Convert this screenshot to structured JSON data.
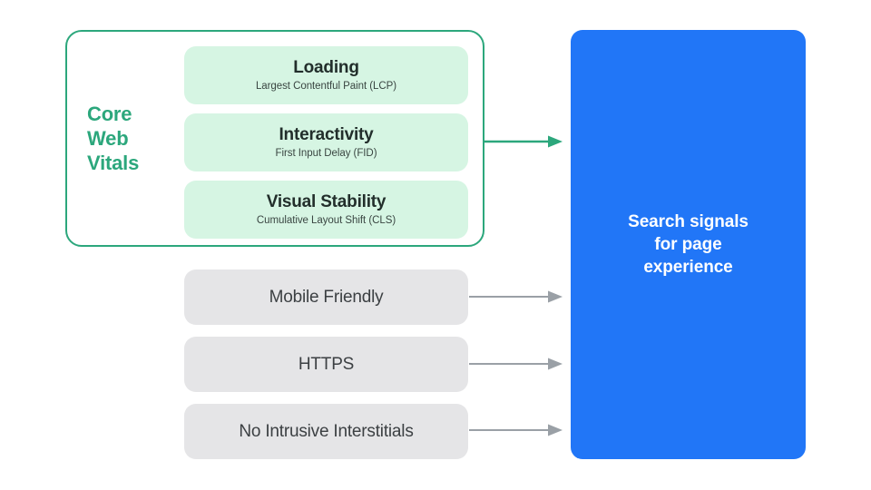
{
  "diagram": {
    "title": "Search signals for page experience",
    "colors": {
      "green_accent": "#2CA77C",
      "mint_fill": "#D6F5E3",
      "gray_fill": "#E5E5E7",
      "blue_fill": "#2176F7",
      "gray_arrow": "#9AA0A6",
      "dark_text": "#3c4043"
    }
  },
  "core_web_vitals": {
    "group_label_lines": [
      "Core",
      "Web",
      "Vitals"
    ],
    "group_label": "Core Web Vitals",
    "items": [
      {
        "title": "Loading",
        "subtitle": "Largest Contentful Paint (LCP)"
      },
      {
        "title": "Interactivity",
        "subtitle": "First Input Delay (FID)"
      },
      {
        "title": "Visual Stability",
        "subtitle": "Cumulative Layout Shift (CLS)"
      }
    ]
  },
  "other_signals": [
    {
      "label": "Mobile Friendly"
    },
    {
      "label": "HTTPS"
    },
    {
      "label": "No Intrusive Interstitials"
    }
  ],
  "destination": {
    "lines": [
      "Search signals",
      "for page",
      "experience"
    ],
    "text": "Search signals for page experience"
  }
}
